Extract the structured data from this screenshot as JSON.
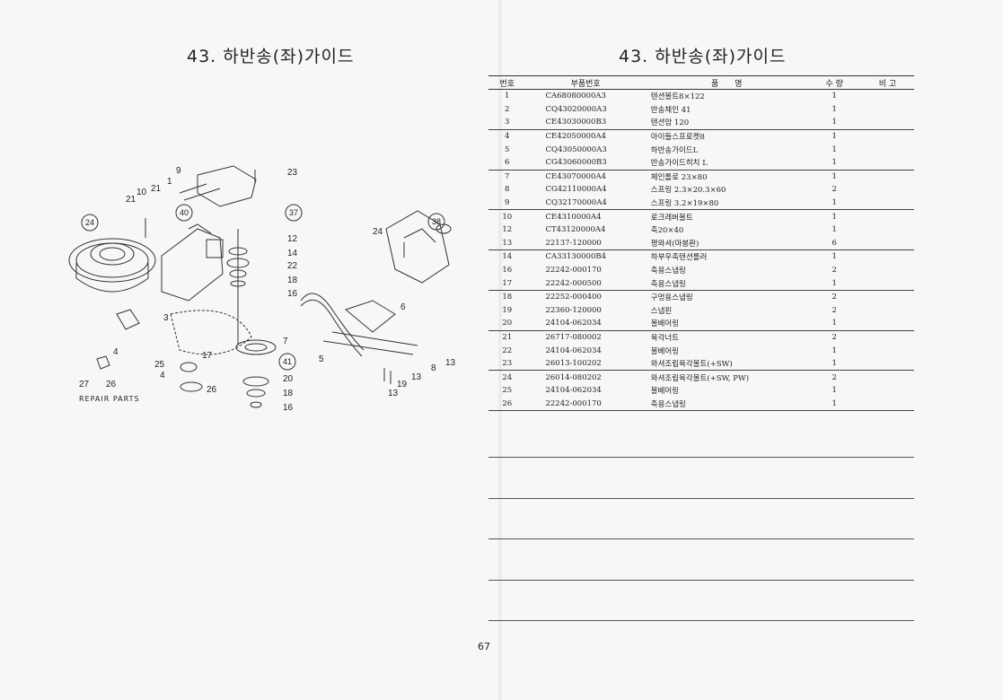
{
  "left_page": {
    "title": "43. 하반송(좌)가이드",
    "repair_label": "REPAIR PARTS"
  },
  "right_page": {
    "title": "43. 하반송(좌)가이드",
    "headers": {
      "no": "번호",
      "part_no": "부품번호",
      "name": "품　　명",
      "qty": "수 량",
      "remark": "비 고"
    },
    "rows": [
      {
        "no": "1",
        "part_no": "CA68080000A3",
        "name": "텐션볼트8×122",
        "qty": "1",
        "sep": false
      },
      {
        "no": "2",
        "part_no": "CQ43020000A3",
        "name": "반송체인 41",
        "qty": "1",
        "sep": false
      },
      {
        "no": "3",
        "part_no": "CE43030000B3",
        "name": "텐션암 120",
        "qty": "1",
        "sep": false
      },
      {
        "no": "4",
        "part_no": "CE42050000A4",
        "name": "아이들스프로켓8",
        "qty": "1",
        "sep": true
      },
      {
        "no": "5",
        "part_no": "CQ43050000A3",
        "name": "하반송가이드L",
        "qty": "1",
        "sep": false
      },
      {
        "no": "6",
        "part_no": "CG43060000B3",
        "name": "반송가이드히치 L",
        "qty": "1",
        "sep": false
      },
      {
        "no": "7",
        "part_no": "CE43070000A4",
        "name": "체인롤로 23×80",
        "qty": "1",
        "sep": true
      },
      {
        "no": "8",
        "part_no": "CG42110000A4",
        "name": "스프링 2.3×20.3×60",
        "qty": "2",
        "sep": false
      },
      {
        "no": "9",
        "part_no": "CQ32170000A4",
        "name": "스프링 3.2×19×80",
        "qty": "1",
        "sep": false
      },
      {
        "no": "10",
        "part_no": "CE4310000A4",
        "name": "로크레버볼트",
        "qty": "1",
        "sep": true
      },
      {
        "no": "12",
        "part_no": "CT43120000A4",
        "name": "축20×40",
        "qty": "1",
        "sep": false
      },
      {
        "no": "13",
        "part_no": "22137-120000",
        "name": "평와셔(마봉환)",
        "qty": "6",
        "sep": false
      },
      {
        "no": "14",
        "part_no": "CA33130000B4",
        "name": "하부우축텐션롤러",
        "qty": "1",
        "sep": true
      },
      {
        "no": "16",
        "part_no": "22242-000170",
        "name": "축용스냅링",
        "qty": "2",
        "sep": false
      },
      {
        "no": "17",
        "part_no": "22242-000500",
        "name": "축용스냅링",
        "qty": "1",
        "sep": false
      },
      {
        "no": "18",
        "part_no": "22252-000400",
        "name": "구멍용스냅링",
        "qty": "2",
        "sep": true
      },
      {
        "no": "19",
        "part_no": "22360-120000",
        "name": "스냅핀",
        "qty": "2",
        "sep": false
      },
      {
        "no": "20",
        "part_no": "24104-062034",
        "name": "볼베어링",
        "qty": "1",
        "sep": false
      },
      {
        "no": "21",
        "part_no": "26717-080002",
        "name": "육각너트",
        "qty": "2",
        "sep": true
      },
      {
        "no": "22",
        "part_no": "24104-062034",
        "name": "볼베어링",
        "qty": "1",
        "sep": false
      },
      {
        "no": "23",
        "part_no": "26013-100202",
        "name": "와셔조립육각볼트(+SW)",
        "qty": "1",
        "sep": false
      },
      {
        "no": "24",
        "part_no": "26014-080202",
        "name": "와셔조립육각볼트(+SW, PW)",
        "qty": "2",
        "sep": true
      },
      {
        "no": "25",
        "part_no": "24104-062034",
        "name": "볼베어링",
        "qty": "1",
        "sep": false
      },
      {
        "no": "26",
        "part_no": "22242-000170",
        "name": "축용스냅링",
        "qty": "1",
        "sep": false
      }
    ],
    "page_number": "67"
  },
  "callouts": [
    "1",
    "3",
    "4",
    "5",
    "6",
    "7",
    "8",
    "9",
    "10",
    "12",
    "13",
    "14",
    "16",
    "17",
    "18",
    "19",
    "20",
    "21",
    "22",
    "23",
    "24",
    "25",
    "26",
    "27"
  ],
  "circled_callouts": [
    "24",
    "40",
    "37",
    "38",
    "41"
  ]
}
